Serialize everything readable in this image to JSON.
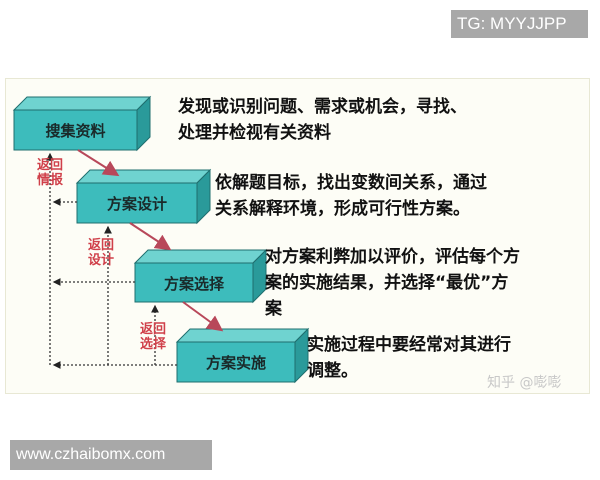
{
  "overlay": {
    "tag": "TG: MYYJJPP",
    "site": "www.czhaibomx.com"
  },
  "steps": [
    {
      "label": "搜集资料",
      "description": "发现或识别问题、需求或机会，寻找、\n处理并检视有关资料"
    },
    {
      "label": "方案设计",
      "description": "依解题目标，找出变数间关系，通过\n关系解释环境，形成可行性方案。"
    },
    {
      "label": "方案选择",
      "description": "对方案利弊加以评价，评估每个方\n案的实施结果，并选择“最优”方\n案"
    },
    {
      "label": "方案实施",
      "description": "实施过程中要经常对其进行\n调整。"
    }
  ],
  "feedback": [
    {
      "label": "返回\n情报"
    },
    {
      "label": "返回\n设计"
    },
    {
      "label": "返回\n选择"
    }
  ],
  "watermark": "知乎 @嘭嘭",
  "colors": {
    "box": "#3dbcbc",
    "box_top": "#6fd3d0",
    "box_side": "#2a9a9a",
    "arrow": "#b8485a",
    "feedback_text": "#d0404a"
  }
}
